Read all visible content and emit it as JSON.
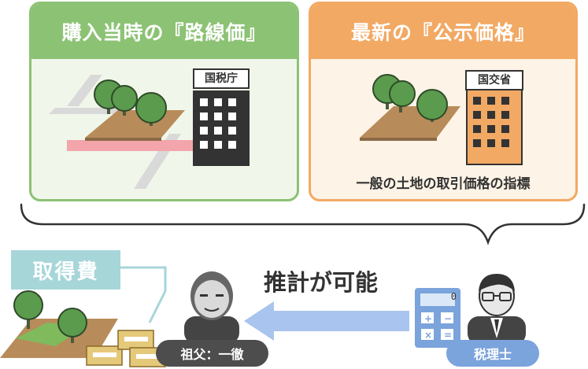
{
  "left_panel": {
    "title": "購入当時の『路線価』",
    "building_sign": "国税庁"
  },
  "right_panel": {
    "title": "最新の『公示価格』",
    "building_sign": "国交省",
    "caption": "一般の土地の取引価格の指標"
  },
  "cost_label": "取得費",
  "estimate_text": "推計が可能",
  "people": {
    "grandfather_label": "祖父：一徹",
    "tax_accountant_label": "税理士"
  },
  "calculator_display": "0",
  "colors": {
    "green": "#8cc274",
    "orange": "#f2a964",
    "teal_label": "#a7d6d9",
    "arrow_blue": "#a9c4ee",
    "dark": "#333333"
  }
}
